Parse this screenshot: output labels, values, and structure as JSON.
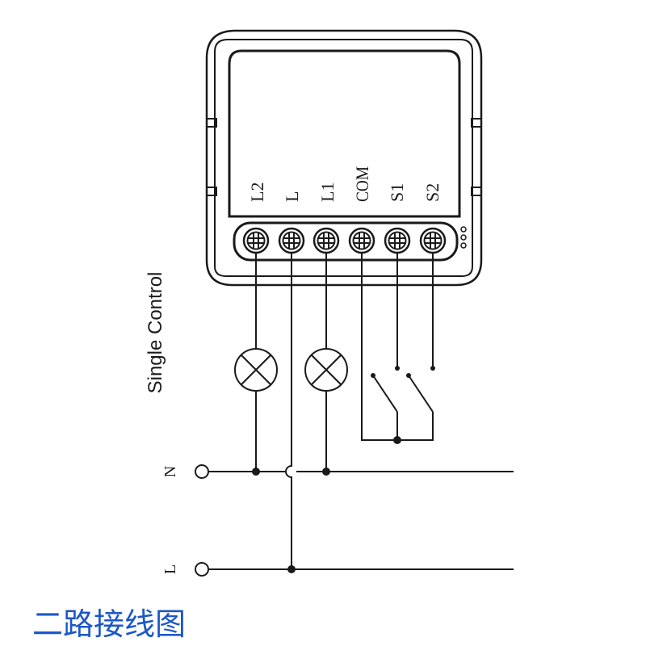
{
  "module": {
    "terminals": [
      "L2",
      "L",
      "L1",
      "COM",
      "S1",
      "S2"
    ]
  },
  "side_title": "Single Control",
  "lines": {
    "neutral": "N",
    "live": "L"
  },
  "caption": "二路接线图",
  "colors": {
    "ink": "#1a1a1a",
    "caption": "#1b57c8"
  }
}
